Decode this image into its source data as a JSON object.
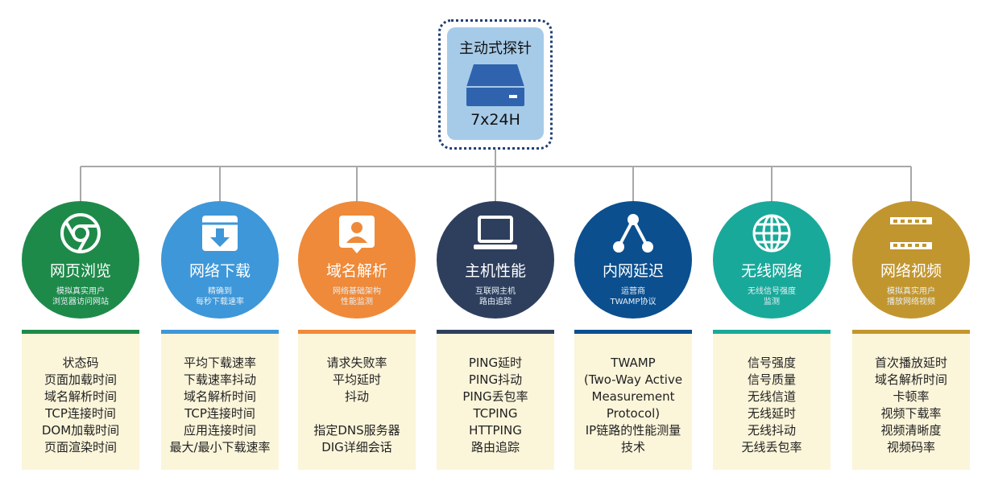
{
  "probe": {
    "title": "主动式探针",
    "subtitle": "7x24H",
    "icon": "server-device-icon"
  },
  "categories": [
    {
      "title": "网页浏览",
      "desc": [
        "模拟真实用户",
        "浏览器访问网站"
      ],
      "color": "#1e8a4a",
      "icon": "browser-chrome-icon",
      "items": [
        "状态码",
        "页面加载时间",
        "域名解析时间",
        "TCP连接时间",
        "DOM加载时间",
        "页面渲染时间"
      ]
    },
    {
      "title": "网络下载",
      "desc": [
        "精确到",
        "每秒下载速率"
      ],
      "color": "#3e97d8",
      "icon": "download-icon",
      "items": [
        "平均下载速率",
        "下载速率抖动",
        "域名解析时间",
        "TCP连接时间",
        "应用连接时间",
        "最大/最小下载速率"
      ]
    },
    {
      "title": "域名解析",
      "desc": [
        "网络基础架构",
        "性能监测"
      ],
      "color": "#ee8a3a",
      "icon": "user-card-icon",
      "items": [
        "请求失败率",
        "平均延时",
        "抖动",
        "",
        "指定DNS服务器",
        "DIG详细会话"
      ]
    },
    {
      "title": "主机性能",
      "desc": [
        "互联网主机",
        "路由追踪"
      ],
      "color": "#2e3f5e",
      "icon": "laptop-icon",
      "items": [
        "PING延时",
        "PING抖动",
        "PING丢包率",
        "TCPING",
        "HTTPING",
        "路由追踪"
      ]
    },
    {
      "title": "内网延迟",
      "desc": [
        "运营商",
        "TWAMP协议"
      ],
      "color": "#0b4f8f",
      "icon": "network-topology-icon",
      "items": [
        "TWAMP",
        "(Two-Way Active",
        "Measurement",
        "Protocol)",
        "IP链路的性能测量",
        "技术"
      ]
    },
    {
      "title": "无线网络",
      "desc": [
        "无线信号强度",
        "监测"
      ],
      "color": "#19a99a",
      "icon": "globe-icon",
      "items": [
        "信号强度",
        "信号质量",
        "无线信道",
        "无线延时",
        "无线抖动",
        "无线丢包率"
      ]
    },
    {
      "title": "网络视频",
      "desc": [
        "模拟真实用户",
        "播放网络视频"
      ],
      "color": "#c2962e",
      "icon": "film-strip-icon",
      "items": [
        "首次播放延时",
        "域名解析时间",
        "卡顿率",
        "视频下载率",
        "视频清晰度",
        "视频码率"
      ]
    }
  ]
}
